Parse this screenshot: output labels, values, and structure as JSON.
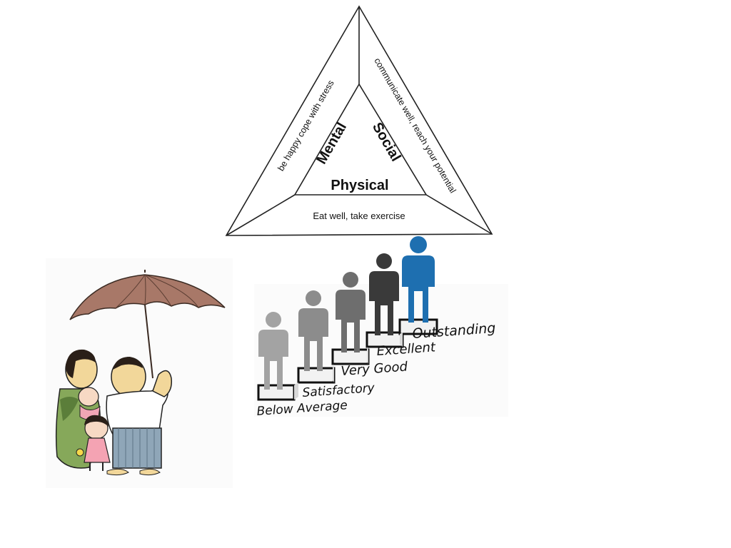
{
  "triangle": {
    "inner_labels": {
      "mental": "Mental",
      "social": "Social",
      "physical": "Physical"
    },
    "outer_labels": {
      "left": "be happy cope with stress",
      "right": "communicate well, reach your potential",
      "bottom": "Eat well, take exercise"
    }
  },
  "steps": {
    "labels": [
      "Below Average",
      "Satisfactory",
      "Very Good",
      "Excellent",
      "Outstanding"
    ],
    "colors": {
      "figure_1": "#a3a3a3",
      "figure_2": "#8c8c8c",
      "figure_3": "#6e6e6e",
      "figure_4": "#3a3a3a",
      "figure_5": "#1e6fb0"
    }
  },
  "family_illustration": {
    "umbrella_color": "#a87868"
  }
}
